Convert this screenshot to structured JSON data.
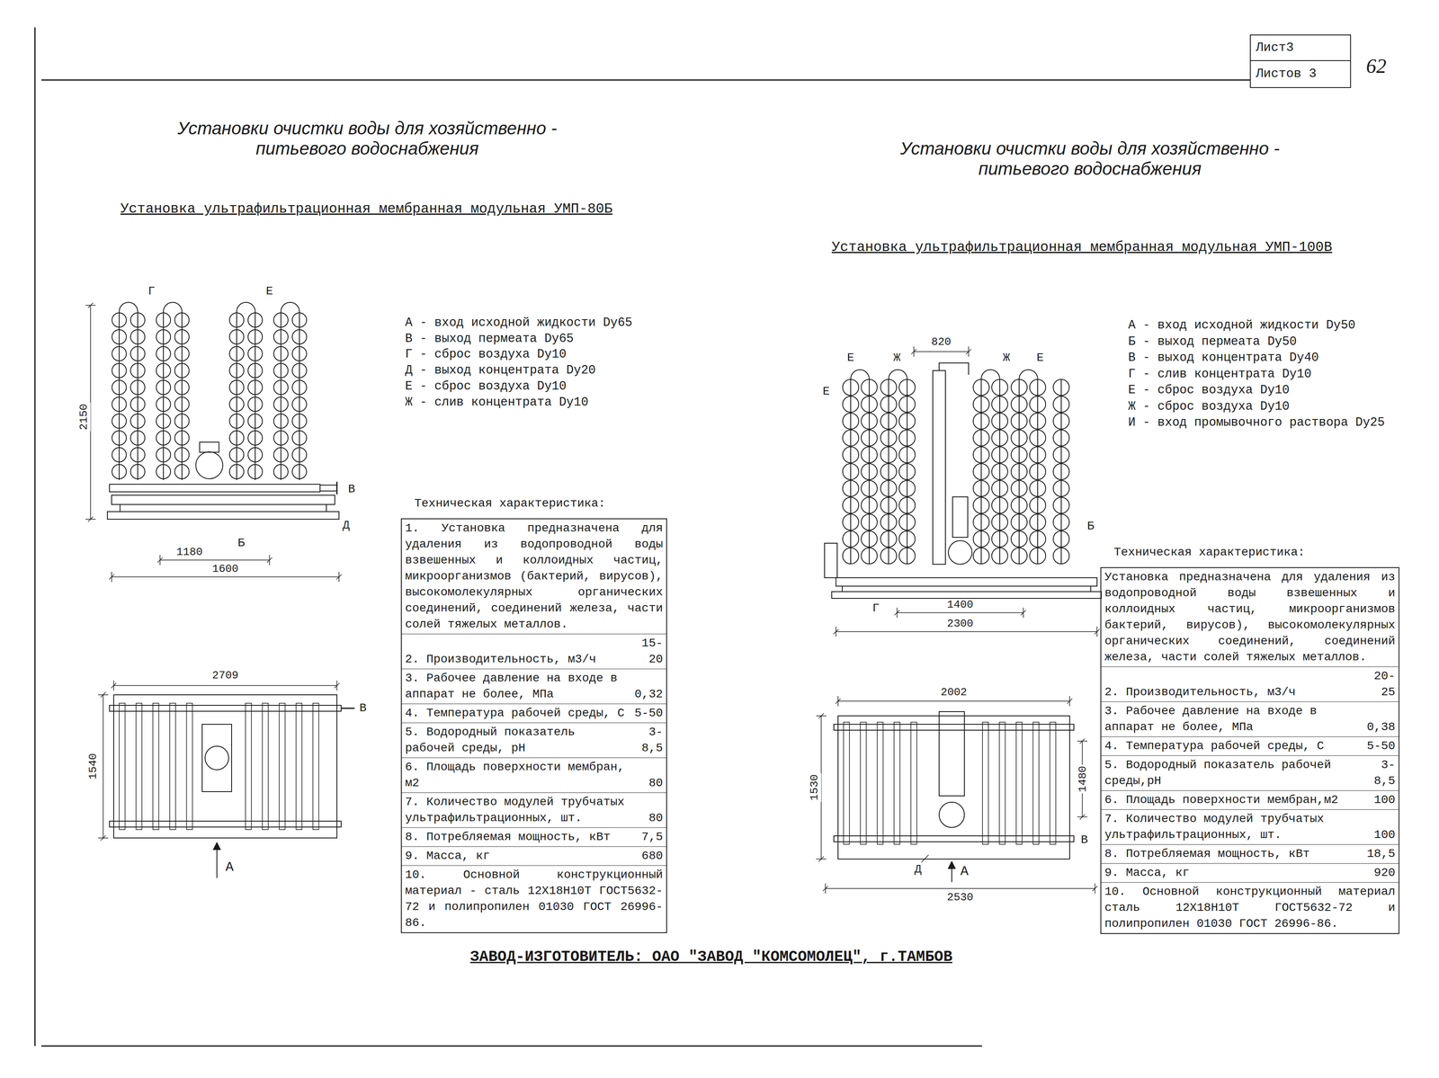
{
  "diagram": {
    "title": "Установки очистки воды для хозяйственно - питьевого водоснабжения",
    "nodes": [
      {
        "text": [
          "Лист3",
          "Листов 3"
        ]
      },
      {
        "text": [
          "Техническая характеристика:",
          "1. Установка предназначена для удаления из водопроводной воды взвешенных и коллоидных частиц, микроорганизмов (бактерий, вирусов), высокомолекулярных органических соединений, соединений железа, части солей тяжелых металлов.",
          "2. Производительность, м3/ч",
          "15-20",
          "3. Рабочее давление на входе в аппарат не более, МПа",
          "0,32",
          "4. Температура рабочей среды, С",
          "5-50",
          "5. Водородный показатель рабочей среды, pH",
          "3-8,5",
          "6. Площадь поверхности мембран, м2",
          "80",
          "7. Количество модулей трубчатых ультрафильтрационных, шт.",
          "80",
          "8. Потребляемая мощность, кВт",
          "7,5",
          "9. Масса, кг",
          "680",
          "10. Основной конструкционный материал - сталь 12Х18Н10Т ГОСТ5632-72 и полипропилен 01030 ГОСТ 26996-86."
        ]
      },
      {
        "text": [
          "Техническая характеристика:",
          "Установка предназначена для удаления из водопроводной воды взвешенных и коллоидных частиц, микроорганизмов бактерий, вирусов), высокомолекулярных органических соединений, соединений железа, части солей тяжелых металлов.",
          "2. Производительность, м3/ч",
          "20-25",
          "3. Рабочее давление на входе в аппарат не более, МПа",
          "0,38",
          "4. Температура рабочей среды, С",
          "5-50",
          "5. Водородный показатель рабочей среды,pH",
          "3-8,5",
          "6. Площадь поверхности мембран,м2",
          "100",
          "7. Количество модулей трубчатых ультрафильтрационных, шт.",
          "100",
          "8. Потребляемая мощность, кВт",
          "18,5",
          "9. Масса, кг",
          "920",
          "10. Основной конструкционный материал сталь 12Х18Н10Т ГОСТ5632-72 и полипропилен 01030 ГОСТ 26996-86."
        ]
      }
    ],
    "labels": [
      "Установки очистки воды для хозяйственно - питьевого водоснабжения",
      "Установка ультрафильтрационная мембранная модульная УМП-80Б",
      "Установка ультрафильтрационная мембранная модульная УМП-100В",
      "А - вход исходной жидкости Dy65",
      "В - выход пермеата Dy65",
      "Г - сброс воздуха Dy10",
      "Д - выход концентрата Dy20",
      "Е - сброс воздуха Dy10",
      "Ж - слив концентрата Dy10",
      "А - вход исходной жидкости Dy50",
      "Б - выход пермеата Dy50",
      "В - выход концентрата Dy40",
      "Г - слив концентрата Dy10",
      "Е - сброс воздуха Dy10",
      "Ж - сброс воздуха Dy10",
      "И - вход промывочного раствора Dy25",
      "ЗАВОД-ИЗГОТОВИТЕЛЬ: ОАО \"ЗАВОД \"КОМСОМОЛЕЦ\", г.ТАМБОВ",
      "62",
      "2150",
      "1180",
      "1600",
      "Г",
      "Е",
      "В",
      "Д",
      "Б",
      "2709",
      "1540",
      "А",
      "В",
      "820",
      "Е",
      "Ж",
      "Ж",
      "Е",
      "Е",
      "Б",
      "1400",
      "2300",
      "2002",
      "1530",
      "1480",
      "В",
      "2530",
      "А",
      "Д",
      "Г"
    ]
  }
}
